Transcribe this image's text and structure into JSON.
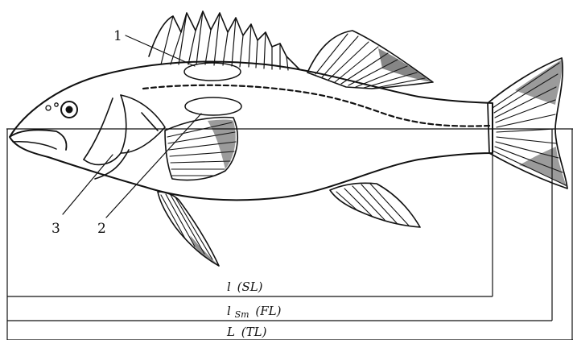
{
  "callouts": {
    "one": "1",
    "two": "2",
    "three": "3"
  },
  "measurements": {
    "sl": {
      "sym": "l",
      "abbr": "(SL)"
    },
    "fl": {
      "sym": "l",
      "sub": "Sm",
      "abbr": "(FL)"
    },
    "tl": {
      "sym": "L",
      "abbr": "(TL)"
    }
  },
  "colors": {
    "ink": "#111111",
    "paper": "#ffffff"
  }
}
